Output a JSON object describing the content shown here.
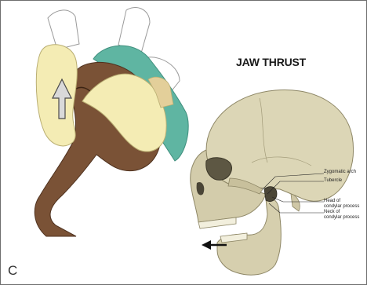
{
  "figure": {
    "title": "JAW THRUST",
    "panel_letter": "C",
    "labels": {
      "zygomatic_arch": "Zygomatic arch",
      "tubercle": "Tubercle",
      "head_condylar_1": "Head of",
      "head_condylar_2": "condylar process",
      "neck_condylar_1": "Neck of",
      "neck_condylar_2": "condylar process"
    },
    "icons": {
      "thrust_arrow": "upward-arrow-icon",
      "mandible_arrow": "left-arrow-icon"
    },
    "colors": {
      "skin": "#7a5236",
      "glove": "#f4ecb4",
      "cap": "#5fb5a2",
      "bone": "#dcd6b6",
      "border": "#6e6e6e"
    }
  }
}
